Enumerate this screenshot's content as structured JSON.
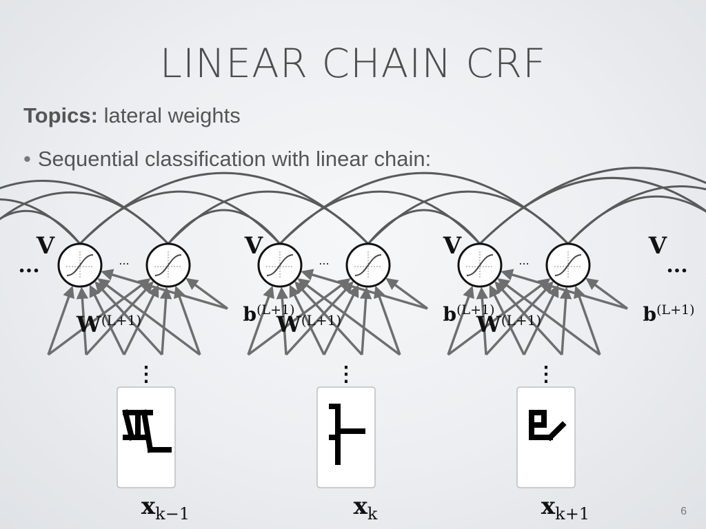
{
  "slide": {
    "title": "LINEAR CHAIN CRF",
    "topics_label": "Topics:",
    "topics_value": "lateral weights",
    "bullet_text": "Sequential classification with linear chain:",
    "page_number": "6"
  },
  "diagram": {
    "lateral_weight_label": "V",
    "weight_label_base": "W",
    "bias_label_base": "b",
    "layer_superscript": "(L+1)",
    "ellipsis": "...",
    "vertical_ellipsis": "⋮",
    "positions": [
      {
        "input_label_base": "x",
        "input_label_sub": "k−1"
      },
      {
        "input_label_base": "x",
        "input_label_sub": "k"
      },
      {
        "input_label_base": "x",
        "input_label_sub": "k+1"
      }
    ]
  },
  "colors": {
    "connection": "#6e6e6e",
    "lateral": "#5a5a5a",
    "unit_stroke": "#111111",
    "unit_fill": "#ffffff",
    "glyph": "#000000"
  }
}
